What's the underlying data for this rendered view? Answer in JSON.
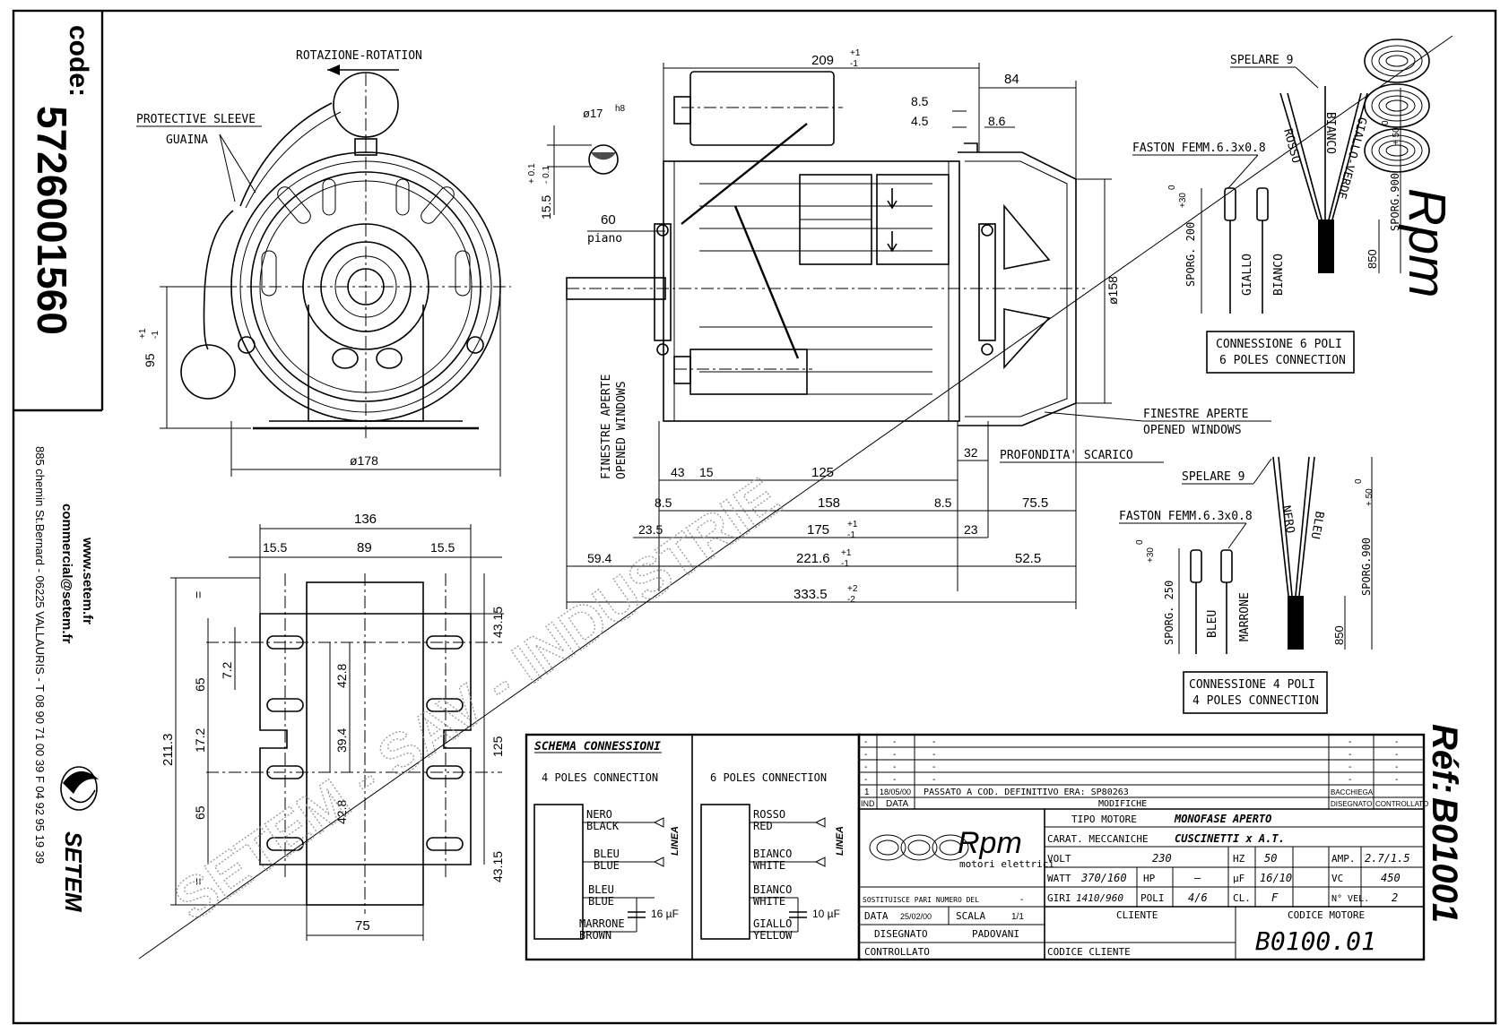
{
  "code_block": {
    "code_label": "code:",
    "code_value": "5726001560",
    "address": "885 chemin St.Bernard - 06225 VALLAURIS - T 08 90 71 00 39  F 04 92 95 19 39",
    "email": "commercial@setem.fr",
    "website": "www.setem.fr",
    "company_logo_text": "SETEM"
  },
  "ref_block": {
    "ref_label": "Réf:",
    "ref_value": "B01001",
    "brand_text": "Rpm"
  },
  "watermark": {
    "text": "SETEM - SAV - INDUSTRIE"
  },
  "front_view": {
    "rotation_label": "ROTAZIONE-ROTATION",
    "sleeve_label_en": "PROTECTIVE SLEEVE",
    "sleeve_label_it": "GUAINA",
    "dim_height": "95",
    "dim_height_tol": "+1",
    "dim_height_tol_low": "-1",
    "dim_diameter": "ø178"
  },
  "shaft_detail": {
    "dim_diameter": "ø17",
    "dim_fit": "h8",
    "dim_flat": "15.5",
    "tol_up": "+ 0.1",
    "tol_down": "- 0.1",
    "dim_flat_len": "60",
    "flat_label": "piano"
  },
  "side_view": {
    "dim_top": "209",
    "dim_top_tol_up": "+1",
    "dim_top_tol_down": "-1",
    "dim_84": "84",
    "dim_8_5": "8.5",
    "dim_4_5": "4.5",
    "dim_8_6": "8.6",
    "dim_fan_diameter": "ø158",
    "windows_label_it": "FINESTRE APERTE",
    "windows_label_en": "OPENED WINDOWS",
    "dim_43": "43",
    "dim_15": "15",
    "dim_125": "125",
    "dim_32": "32",
    "depth_label": "PROFONDITA' SCARICO",
    "dim_8_5a": "8.5",
    "dim_158": "158",
    "dim_8_5b": "8.5",
    "dim_75_5": "75.5",
    "dim_23_5": "23.5",
    "dim_175": "175",
    "dim_175_tol_up": "+1",
    "dim_175_tol_down": "-1",
    "dim_23": "23",
    "dim_59": "59.4",
    "dim_221": "221.6",
    "dim_221_tol_up": "+1",
    "dim_221_tol_down": "-1",
    "dim_52_5": "52.5",
    "dim_333": "333.5",
    "dim_333_tol_up": "+2",
    "dim_333_tol_down": "-2"
  },
  "base_view": {
    "dim_136": "136",
    "dim_15_5a": "15.5",
    "dim_89": "89",
    "dim_15_5b": "15.5",
    "dim_43_15a": "43.15",
    "dim_7_2": "7.2",
    "dim_65a": "65",
    "dim_42_8a": "42.8",
    "dim_211_3": "211.3",
    "dim_17_2": "17.2",
    "dim_39_4": "39.4",
    "dim_125": "125",
    "dim_65b": "65",
    "dim_42_8b": "42.8",
    "dim_43_15b": "43.15",
    "dim_75": "75",
    "eq_mark": "="
  },
  "cable_6p": {
    "strip_label": "SPELARE 9",
    "faston_label": "FASTON FEMM.6.3x0.8",
    "wires": [
      "ROSSO",
      "BIANCO",
      "GIALLO-VERDE"
    ],
    "terminals": [
      "GIALLO",
      "BIANCO"
    ],
    "len_long": "SPORG.900",
    "len_long_tol_up": "+ 50",
    "len_long_tol_down": "0",
    "len_short": "SPORG. 200",
    "len_short_tol_up": "+30",
    "len_short_tol_down": "0",
    "dim_850": "850",
    "connection_label_it": "CONNESSIONE 6 POLI",
    "connection_label_en": "6 POLES CONNECTION"
  },
  "cable_4p": {
    "strip_label": "SPELARE 9",
    "faston_label": "FASTON FEMM.6.3x0.8",
    "wires": [
      "NERO",
      "BLEU"
    ],
    "terminals": [
      "BLEU",
      "MARRONE"
    ],
    "len_long": "SPORG.900",
    "len_long_tol_up": "+ 50",
    "len_long_tol_down": "0",
    "len_short": "SPORG. 250",
    "len_short_tol_up": "+30",
    "len_short_tol_down": "0",
    "dim_850": "850",
    "connection_label_it": "CONNESSIONE 4 POLI",
    "connection_label_en": "4 POLES CONNECTION"
  },
  "schema": {
    "title": "SCHEMA CONNESSIONI",
    "col4_title": "4 POLES CONNECTION",
    "col6_title": "6 POLES CONNECTION",
    "linea": "LINEA",
    "p4_wire1_it": "NERO",
    "p4_wire1_en": "BLACK",
    "p4_wire2_it": "BLEU",
    "p4_wire2_en": "BLUE",
    "p4_wire3_it": "BLEU",
    "p4_wire3_en": "BLUE",
    "p4_wire4_it": "MARRONE",
    "p4_wire4_en": "BROWN",
    "p4_cap": "16 µF",
    "p6_wire1_it": "ROSSO",
    "p6_wire1_en": "RED",
    "p6_wire2_it": "BIANCO",
    "p6_wire2_en": "WHITE",
    "p6_wire3_it": "BIANCO",
    "p6_wire3_en": "WHITE",
    "p6_wire4_it": "GIALLO",
    "p6_wire4_en": "YELLOW",
    "p6_cap": "10 µF"
  },
  "title_block": {
    "rev_rows": [
      {
        "ind": "-",
        "date": "-",
        "desc": "-",
        "drawn": "-",
        "checked": "-"
      },
      {
        "ind": "-",
        "date": "-",
        "desc": "-",
        "drawn": "-",
        "checked": "-"
      },
      {
        "ind": "-",
        "date": "-",
        "desc": "-",
        "drawn": "-",
        "checked": "-"
      },
      {
        "ind": "-",
        "date": "-",
        "desc": "-",
        "drawn": "-",
        "checked": "-"
      },
      {
        "ind": "1",
        "date": "18/05/00",
        "desc": "PASSATO A COD. DEFINITIVO ERA: SP80263",
        "drawn": "BACCHIEGA",
        "checked": ""
      }
    ],
    "h_ind": "IND",
    "h_data": "DATA",
    "h_modifiche": "MODIFICHE",
    "h_disegnato": "DISEGNATO",
    "h_controllato": "CONTROLLATO",
    "logo_brand": "Rpm",
    "logo_sub": "motori elettrici",
    "tipo_motore_label": "TIPO MOTORE",
    "tipo_motore_value": "MONOFASE APERTO",
    "carat_label": "CARAT. MECCANICHE",
    "carat_value": "CUSCINETTI x A.T.",
    "volt_label": "VOLT",
    "volt_value": "230",
    "hz_label": "HZ",
    "hz_value": "50",
    "amp_label": "AMP.",
    "amp_value": "2.7/1.5",
    "watt_label": "WATT",
    "watt_value": "370/160",
    "hp_label": "HP",
    "hp_value": "—",
    "uf_label": "µF",
    "uf_value": "16/10",
    "vc_label": "VC",
    "vc_value": "450",
    "giri_label": "GIRI",
    "giri_value": "1410/960",
    "poli_label": "POLI",
    "poli_value": "4/6",
    "cl_label": "CL.",
    "cl_value": "F",
    "nvel_label": "N° VEL.",
    "nvel_value": "2",
    "sost_label": "SOSTITUISCE PARI NUMERO DEL",
    "sost_value": "-",
    "data_label": "DATA",
    "data_value": "25/02/00",
    "scala_label": "SCALA",
    "scala_value": "1/1",
    "cliente_label": "CLIENTE",
    "codice_motore_label": "CODICE MOTORE",
    "codice_motore_value": "B0100.01",
    "disegnato_label": "DISEGNATO",
    "disegnato_value": "PADOVANI",
    "controllato_label": "CONTROLLATO",
    "codice_cliente_label": "CODICE CLIENTE"
  }
}
